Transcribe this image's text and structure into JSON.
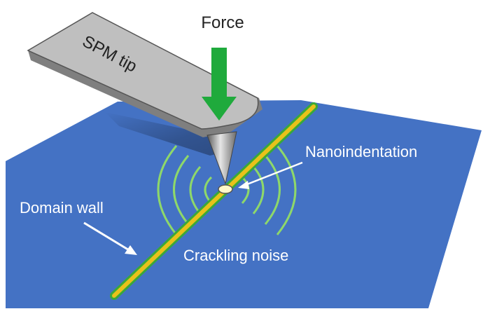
{
  "labels": {
    "force": "Force",
    "spm_tip": "SPM tip",
    "nanoindentation": "Nanoindentation",
    "domain_wall": "Domain wall",
    "crackling_noise": "Crackling noise"
  },
  "colors": {
    "sample_surface": "#4472C4",
    "sample_shadow": "#2f55a0",
    "cantilever_top": "#bfbfbf",
    "cantilever_side": "#7f7f7f",
    "force_arrow": "#1faa3c",
    "domain_wall_core": "#e8c21a",
    "domain_wall_rim": "#3aa83a",
    "acoustic_waves": "#8ed86a",
    "annotation_text": "#ffffff",
    "label_text_dark": "#222222"
  }
}
